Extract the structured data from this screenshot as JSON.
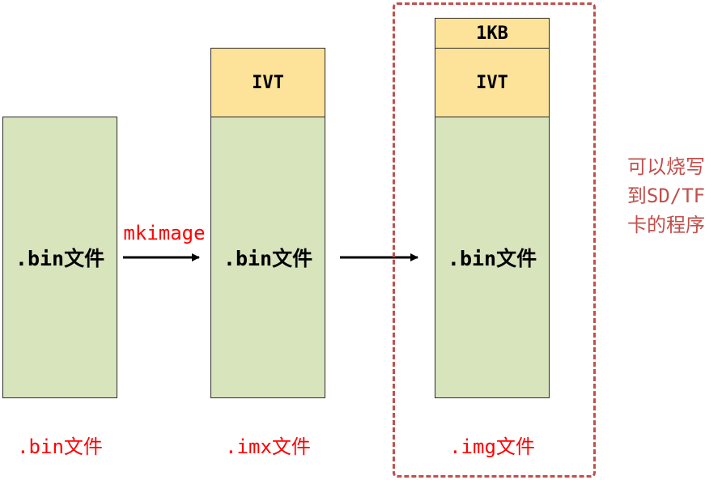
{
  "colors": {
    "bin_fill": "#d8e4bc",
    "header_fill": "#fde39a",
    "border": "#2b2b2b",
    "label_red": "#ff0000",
    "dashed_red": "#c0504d",
    "note_color": "#c0504d"
  },
  "bin_column": {
    "block_text": ".bin文件",
    "caption": ".bin文件"
  },
  "arrow_one": {
    "label": "mkimage"
  },
  "imx_column": {
    "ivt_text": "IVT",
    "block_text": ".bin文件",
    "caption": ".imx文件"
  },
  "img_column": {
    "kb_text": "1KB",
    "ivt_text": "IVT",
    "block_text": ".bin文件",
    "caption": ".img文件"
  },
  "side_note": {
    "line1": "可以烧写",
    "line2": "到SD/TF",
    "line3": "卡的程序"
  }
}
